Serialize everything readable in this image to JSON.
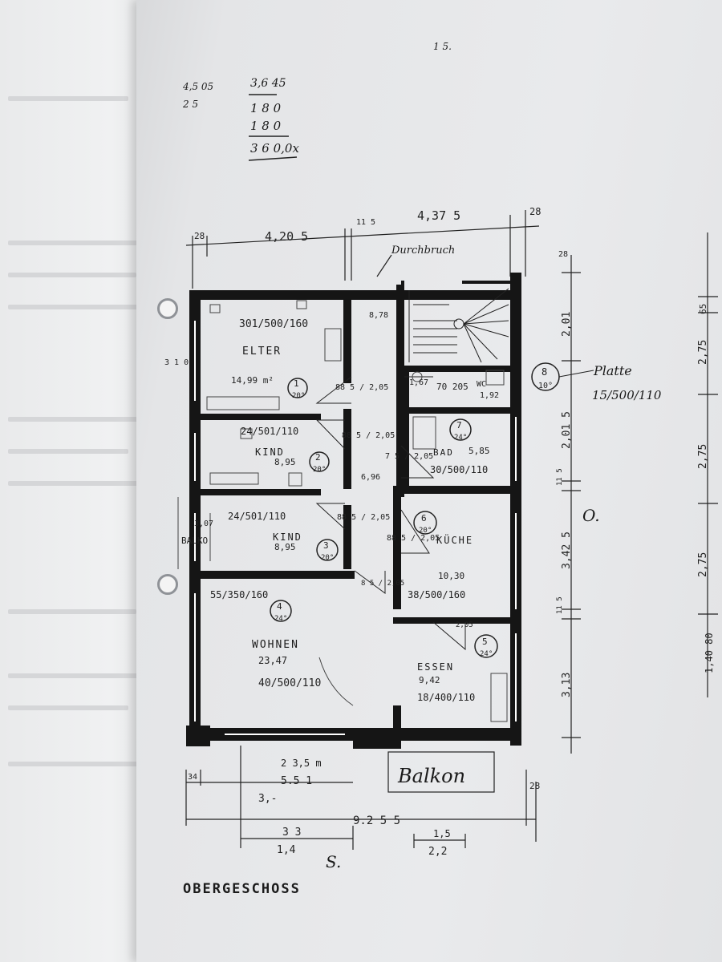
{
  "margin_notes": {
    "calc_top_left": "4,5 05",
    "calc_top_left_2": "2 5",
    "calc_1": "3,6 45",
    "calc_2": "1 8 0",
    "calc_3": "1 8 0",
    "calc_4": "3 6 0,0x",
    "corner_1": "1 5.",
    "side_mark": "3 1 0"
  },
  "dimensions_top": {
    "left_edge": "28",
    "left_span": "4,20 5",
    "wall": "11 5",
    "right_span": "4,37 5",
    "right_edge": "28",
    "annotation": "Durchbruch"
  },
  "dimensions_right": {
    "d1": "2,01",
    "d2": "2,01 5",
    "d3": "11 5",
    "d4": "3,42 5",
    "d5": "11 5",
    "d6": "3,13",
    "top": "28",
    "mark_O": "O."
  },
  "dimensions_far_right": {
    "d1": "65",
    "d2": "2,75",
    "d3": "2,75",
    "d4": "2,75",
    "d5": "1,40 80"
  },
  "dimensions_bottom": {
    "d34": "34",
    "d_area": "2 3,5 m",
    "d_551": "5.5 1",
    "d_3": "3,-",
    "d_28": "28",
    "d_total": "9.2 5 5",
    "d_33": "3 3",
    "d_14": "1,4",
    "d_15": "1,5",
    "d_22": "2,2",
    "d_S": "S.",
    "balcony": "Balkon"
  },
  "rooms": [
    {
      "id": "1",
      "name": "ELTER",
      "area": "14,99 m²",
      "window": "301/500/160",
      "temp": "20°"
    },
    {
      "id": "2",
      "name": "KIND",
      "area": "8,95",
      "window": "24/501/110",
      "temp": "20°"
    },
    {
      "id": "3",
      "name": "KIND",
      "area": "8,95",
      "window": "24/501/110",
      "temp": "20°"
    },
    {
      "id": "4",
      "name": "WOHNEN",
      "area": "23,47",
      "window": "55/350/160",
      "window2": "40/500/110",
      "temp": "24°"
    },
    {
      "id": "5",
      "name": "ESSEN",
      "area": "9,42",
      "window": "18/400/110",
      "temp": "24°"
    },
    {
      "id": "6",
      "name": "KÜCHE",
      "area": "10,30",
      "window": "38/500/160",
      "temp": "20°"
    },
    {
      "id": "7",
      "name": "BAD",
      "area": "5,85",
      "window": "30/500/110",
      "temp": "24°"
    },
    {
      "id": "8",
      "name": "WC",
      "area": "1,92",
      "window": "70 205",
      "temp": "10°"
    }
  ],
  "doors": {
    "d_elter": "88 5 / 2,05",
    "d_kind2": "88 5 / 2,05",
    "d_kind3": "88 5 / 2,05",
    "d_kueche": "88 5 / 2,05",
    "d_flur": "8,78",
    "d_wc": "1,67",
    "d_bad": "7 5 / 2,05",
    "d_flur2": "6,96",
    "d_essen": "2,05",
    "d_wohnen": "8 5 / 2,05",
    "d_balko": "3,07",
    "balko_label": "BALKO"
  },
  "annotation_right": {
    "line1": "Platte",
    "line2": "15/500/110"
  },
  "footer": {
    "title": "OBERGESCHOSS"
  }
}
